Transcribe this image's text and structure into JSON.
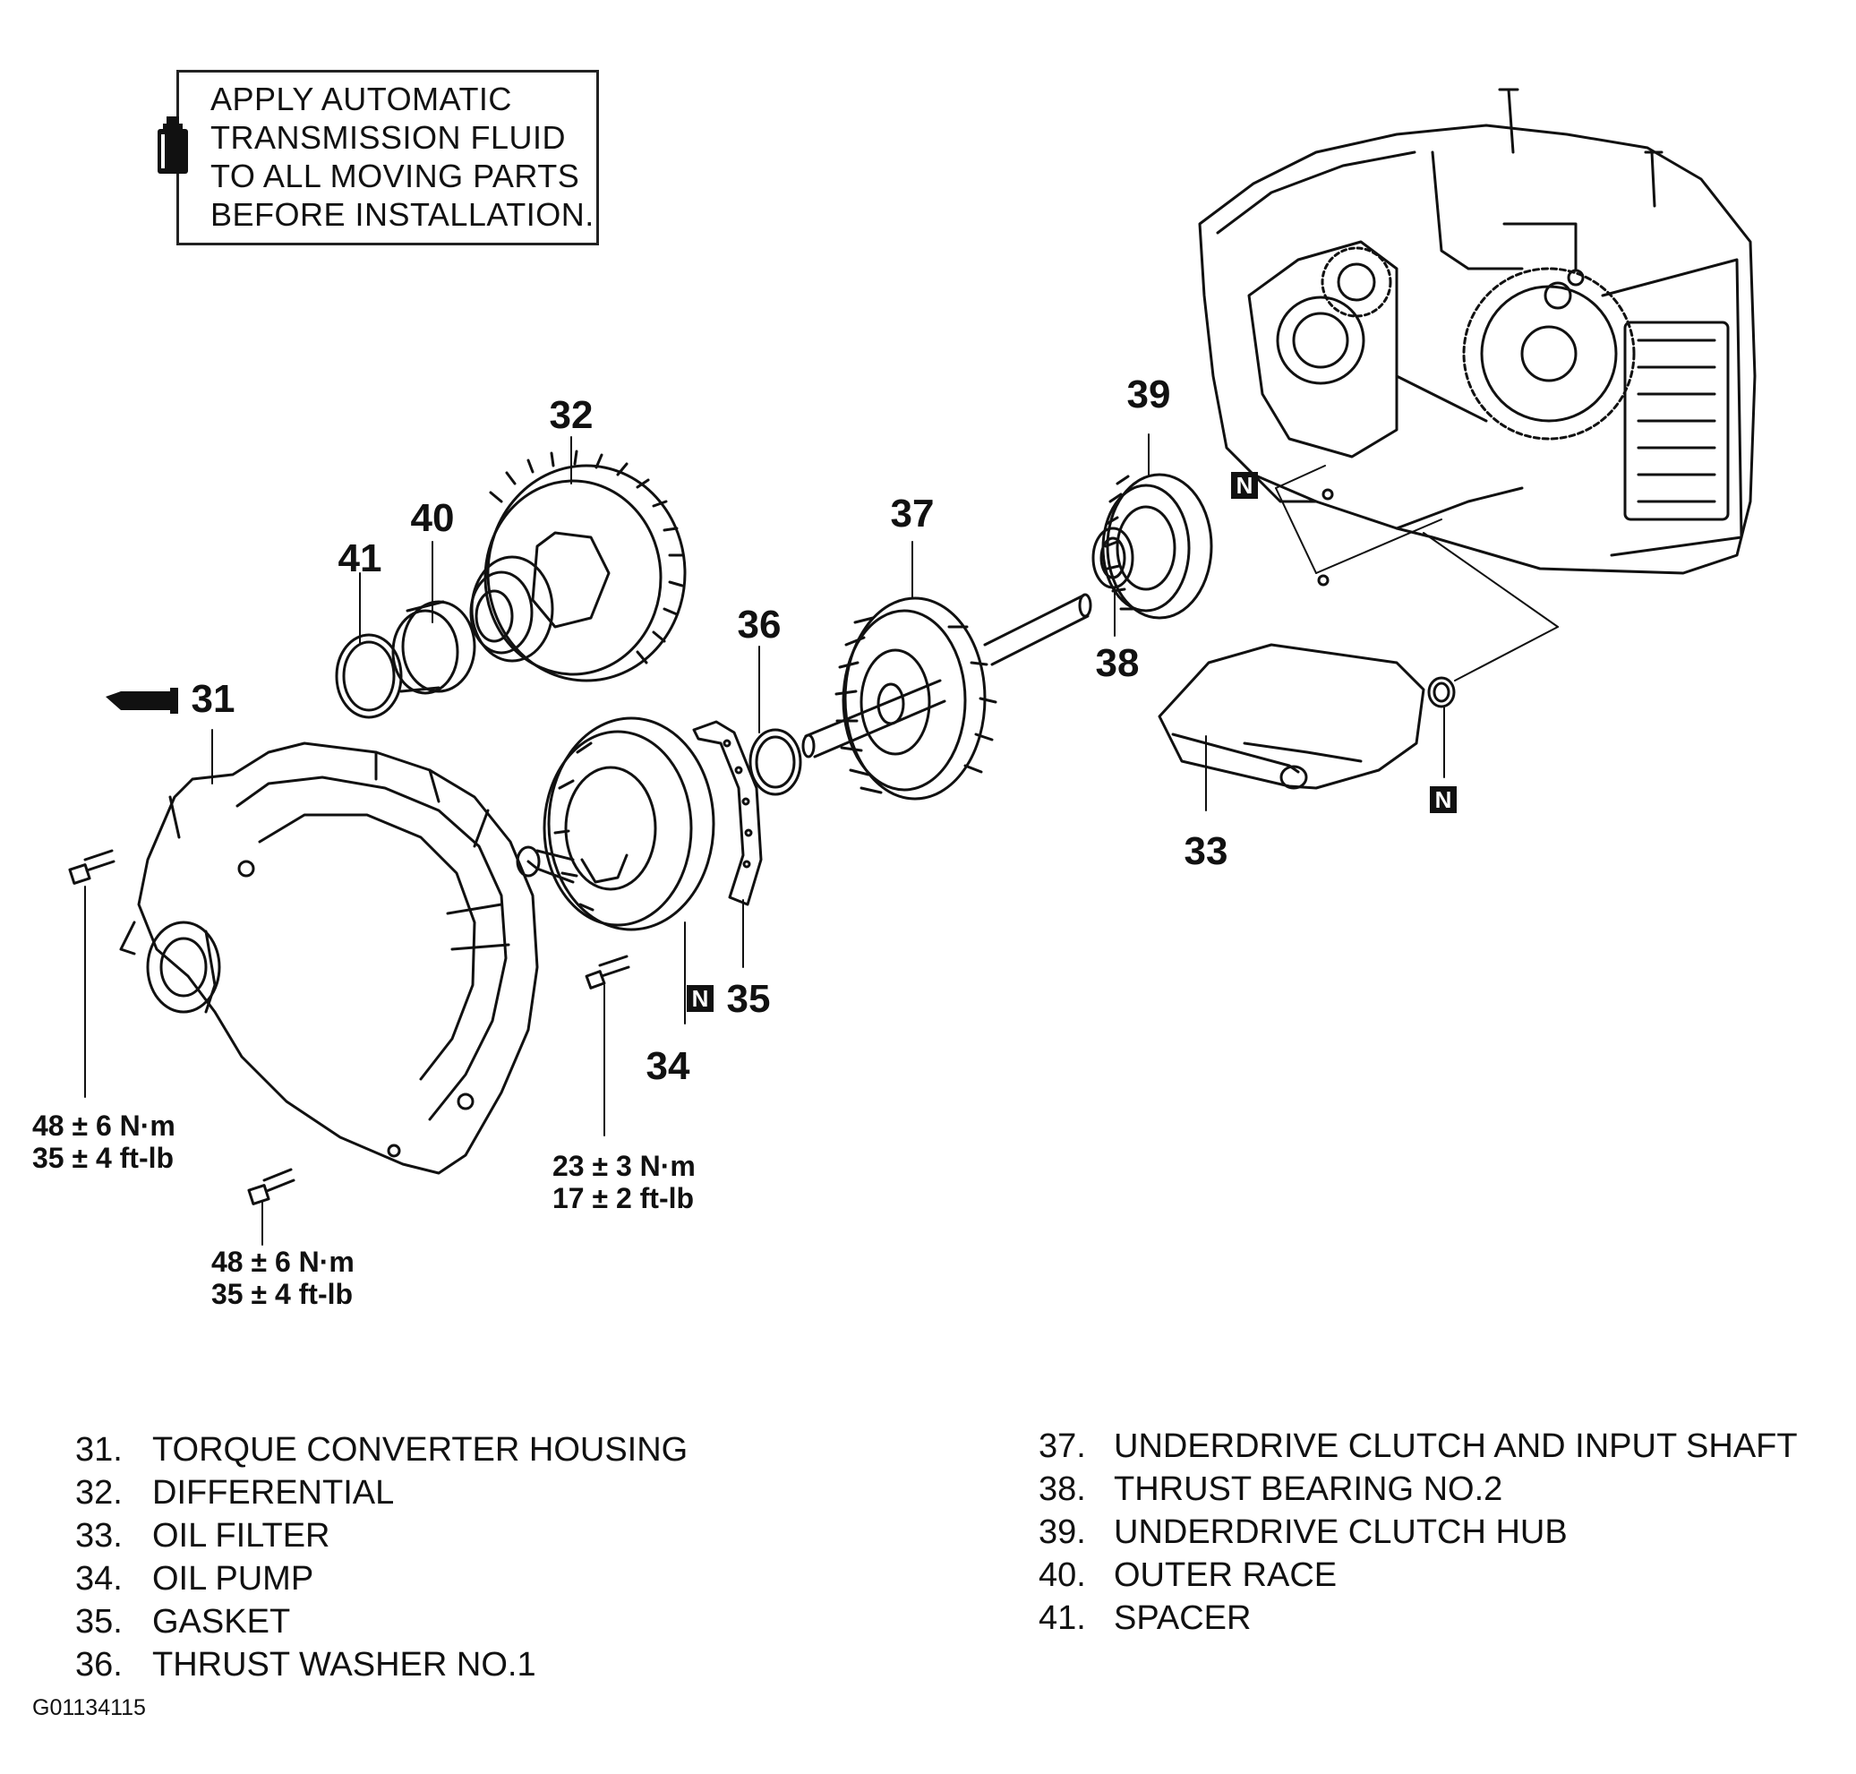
{
  "note": {
    "lines": [
      "APPLY AUTOMATIC",
      "TRANSMISSION FLUID",
      "TO ALL MOVING PARTS",
      "BEFORE INSTALLATION."
    ]
  },
  "callouts": {
    "c31": "31",
    "c32": "32",
    "c33": "33",
    "c34": "34",
    "c35": "35",
    "c36": "36",
    "c37": "37",
    "c38": "38",
    "c39": "39",
    "c40": "40",
    "c41": "41",
    "n_badge": "N"
  },
  "torque": {
    "housing_left": [
      "48 ± 6 N·m",
      "35 ± 4 ft-lb"
    ],
    "housing_bottom": [
      "48 ± 6 N·m",
      "35 ± 4 ft-lb"
    ],
    "pump_bolt": [
      "23 ± 3 N·m",
      "17 ± 2 ft-lb"
    ]
  },
  "legend": [
    {
      "num": "31.",
      "text": "TORQUE CONVERTER HOUSING"
    },
    {
      "num": "32.",
      "text": "DIFFERENTIAL"
    },
    {
      "num": "33.",
      "text": "OIL FILTER"
    },
    {
      "num": "34.",
      "text": "OIL PUMP"
    },
    {
      "num": "35.",
      "text": "GASKET"
    },
    {
      "num": "36.",
      "text": "THRUST WASHER NO.1"
    },
    {
      "num": "37.",
      "text": "UNDERDRIVE CLUTCH AND INPUT SHAFT"
    },
    {
      "num": "38.",
      "text": "THRUST BEARING NO.2"
    },
    {
      "num": "39.",
      "text": "UNDERDRIVE CLUTCH HUB"
    },
    {
      "num": "40.",
      "text": "OUTER RACE"
    },
    {
      "num": "41.",
      "text": "SPACER"
    }
  ],
  "figure_id": "G01134115"
}
